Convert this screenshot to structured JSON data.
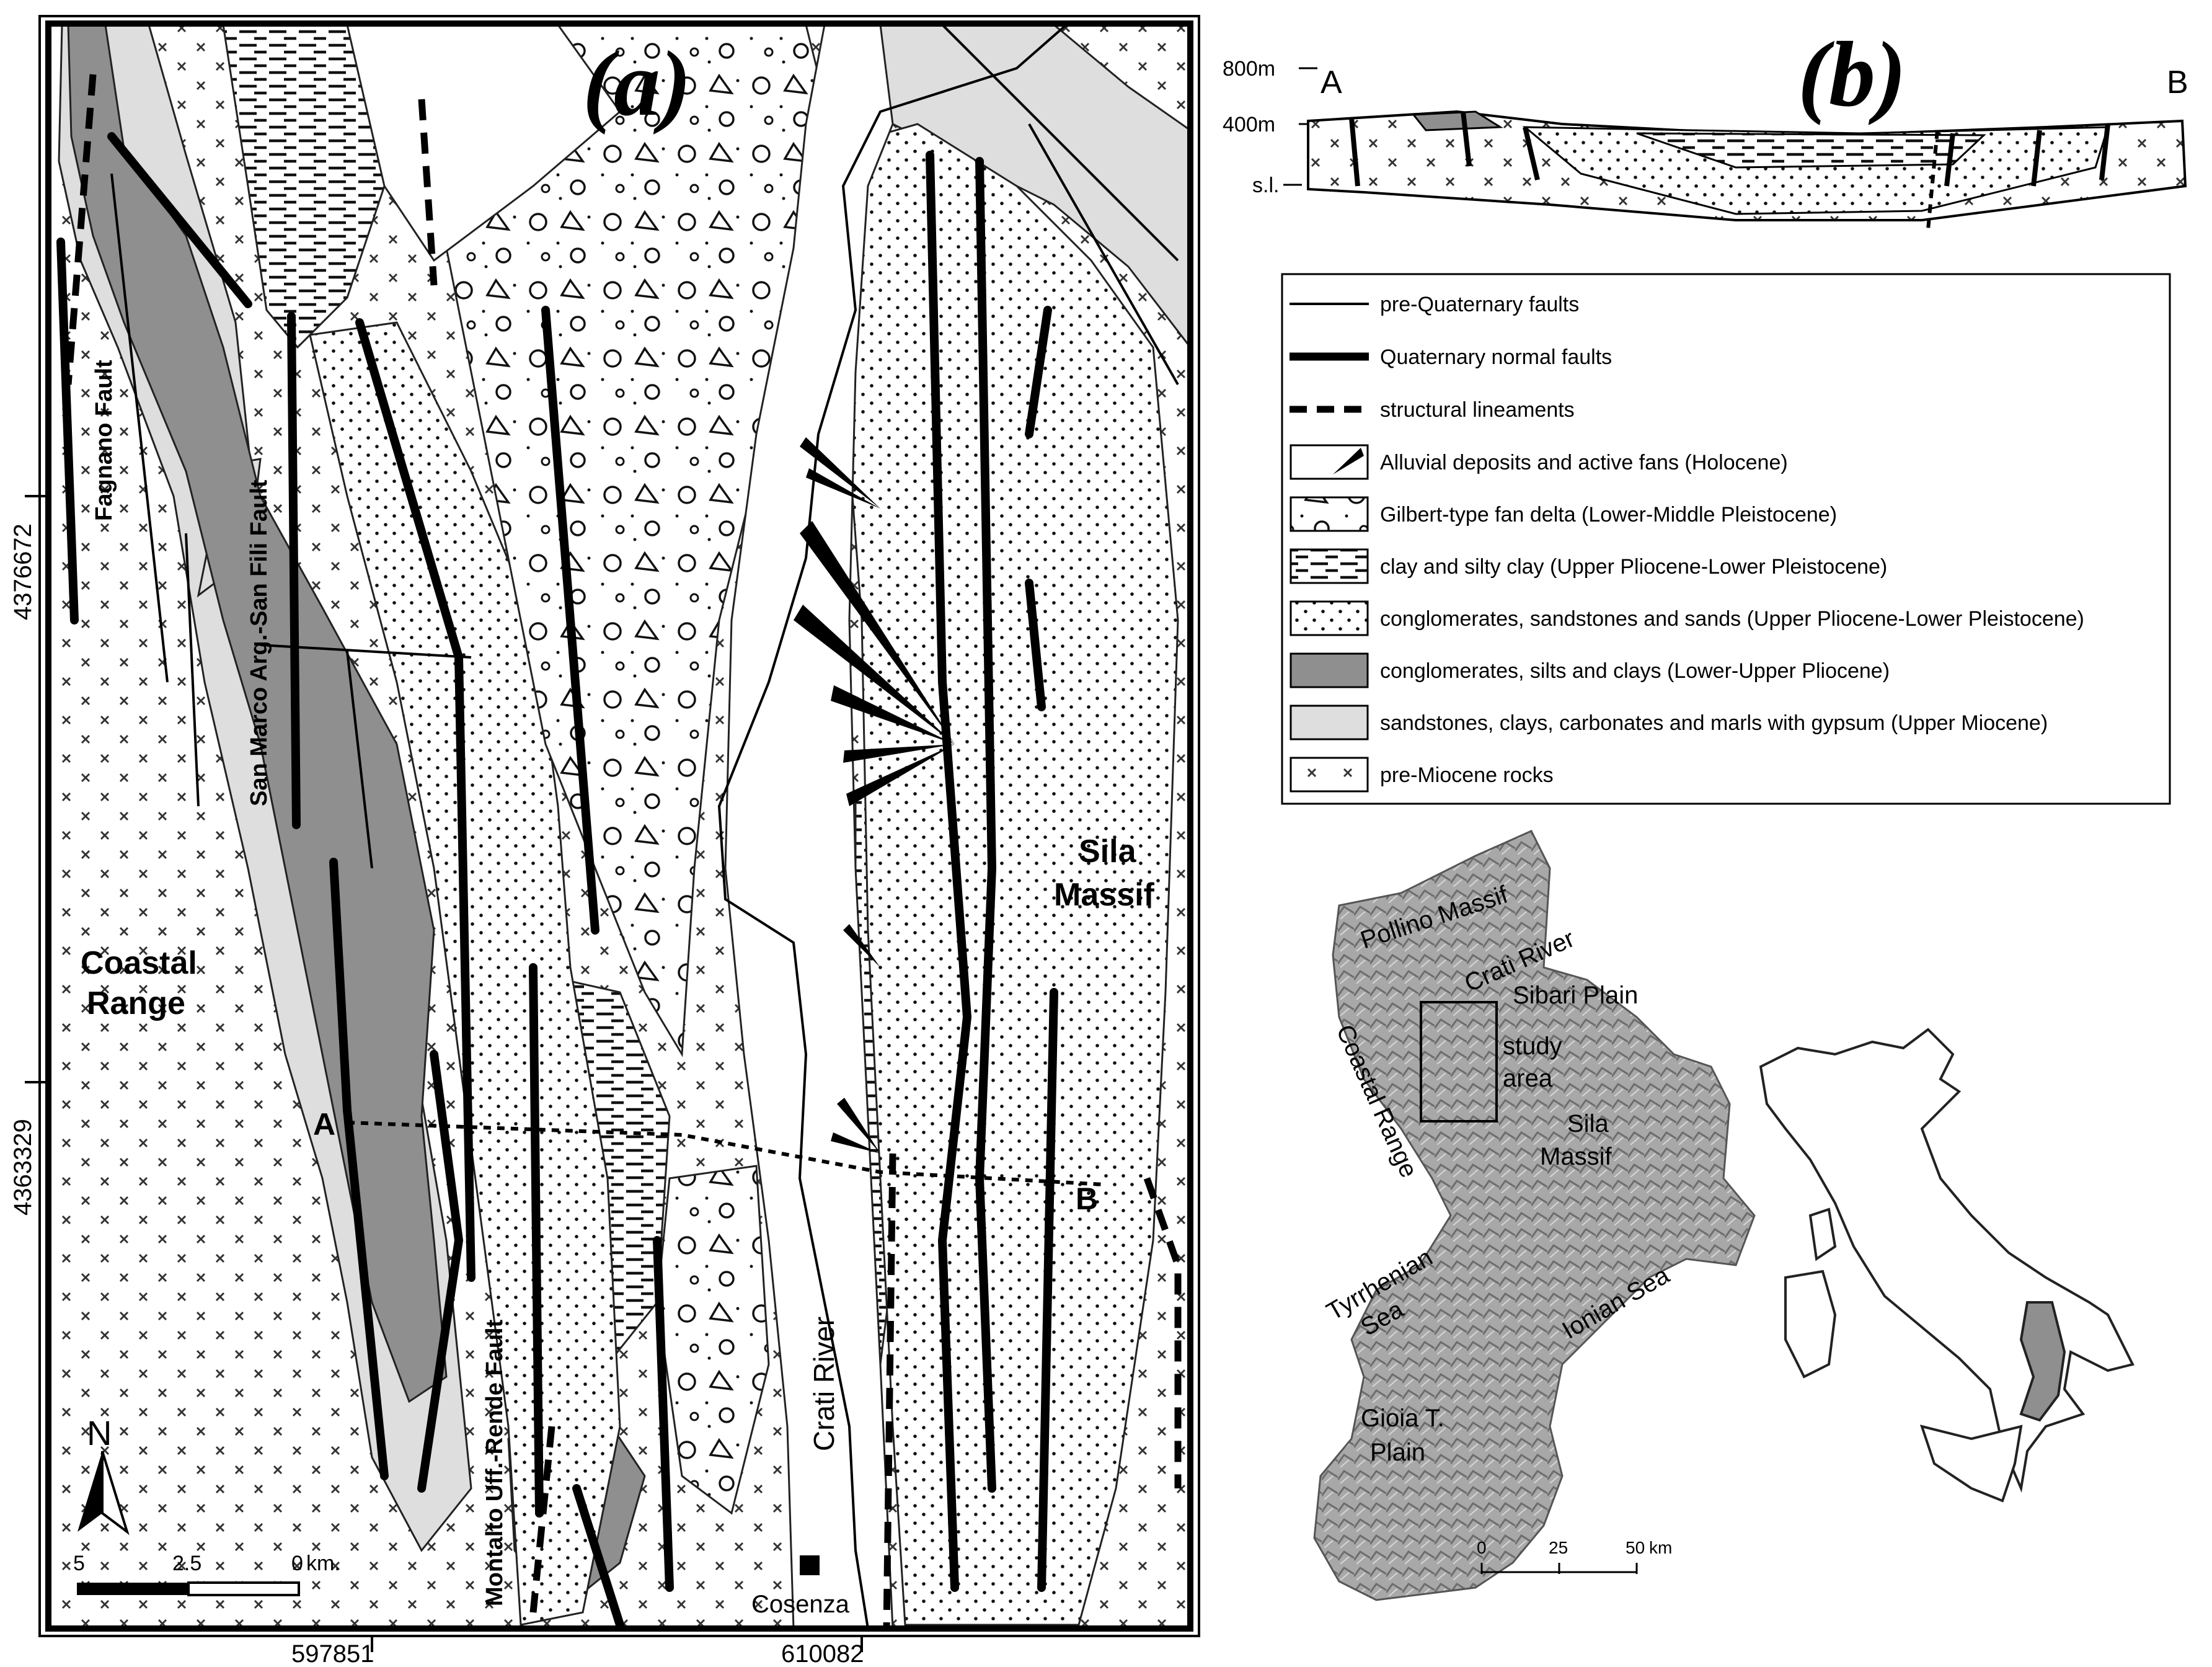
{
  "panel_a": {
    "label": "(a)",
    "coord_y": [
      "4376672",
      "4363329"
    ],
    "coord_x": [
      "597851",
      "610082"
    ],
    "place_labels": {
      "coastal_range": [
        "Coastal",
        "Range"
      ],
      "sila_massif": [
        "Sila",
        "Massif"
      ],
      "crati_river": "Crati River",
      "cosenza": "Cosenza"
    },
    "fault_labels": {
      "fagnano": "Fagnano Fault",
      "san_marco": "San Marco Arg.-San Fili Fault",
      "montalto": "Montalto Uff.-Rende Fault"
    },
    "section_ends": {
      "a": "A",
      "b": "B"
    },
    "north": "N",
    "scale": {
      "ticks": [
        "5",
        "2.5",
        "0"
      ],
      "unit": "km."
    }
  },
  "panel_b": {
    "label": "(b)",
    "end_a": "A",
    "end_b": "B",
    "elevations": [
      "800m",
      "400m",
      "s.l."
    ]
  },
  "legend": {
    "items": [
      {
        "label": "pre-Quaternary faults",
        "symbol": "thin-line"
      },
      {
        "label": "Quaternary normal faults",
        "symbol": "thick-line"
      },
      {
        "label": "structural lineaments",
        "symbol": "dashed-line"
      },
      {
        "label": "Alluvial deposits and active fans (Holocene)",
        "symbol": "alluvial"
      },
      {
        "label": "Gilbert-type fan delta (Lower-Middle Pleistocene)",
        "symbol": "pebbles"
      },
      {
        "label": "clay and silty clay (Upper Pliocene-Lower Pleistocene)",
        "symbol": "dashes"
      },
      {
        "label": "conglomerates, sandstones and sands (Upper Pliocene-Lower Pleistocene)",
        "symbol": "dots"
      },
      {
        "label": "conglomerates, silts and clays (Lower-Upper Pliocene)",
        "symbol": "dark-gray"
      },
      {
        "label": "sandstones, clays, carbonates and marls with gypsum (Upper Miocene)",
        "symbol": "light-gray"
      },
      {
        "label": "pre-Miocene rocks",
        "symbol": "crosses"
      }
    ]
  },
  "inset": {
    "labels": {
      "pollino": "Pollino Massif",
      "crati": "Crati River",
      "sibari": "Sibari Plain",
      "study": [
        "study",
        "area"
      ],
      "sila": [
        "Sila",
        "Massif"
      ],
      "coastal": "Coastal Range",
      "tyrrhenian": [
        "Tyrrhenian",
        "Sea"
      ],
      "ionian": "Ionian Sea",
      "gioia": [
        "Gioia T.",
        "Plain"
      ]
    },
    "scale": {
      "ticks": [
        "0",
        "25",
        "50"
      ],
      "unit": "km"
    }
  }
}
